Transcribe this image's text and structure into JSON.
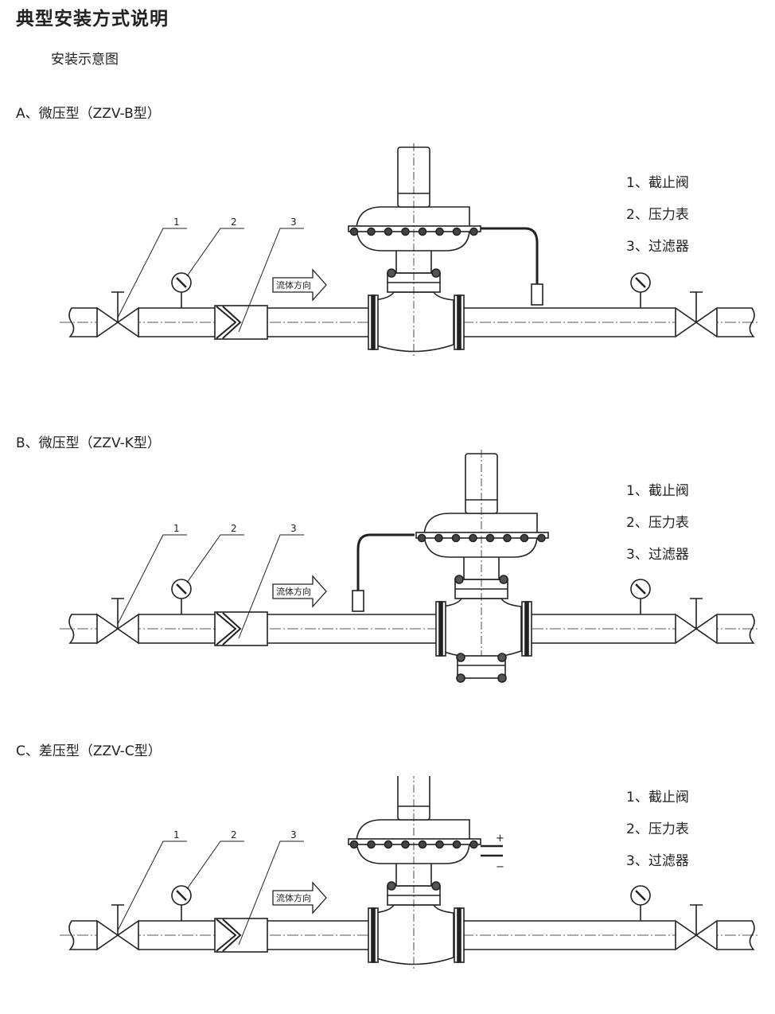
{
  "title": "典型安装方式说明",
  "subtitle": "安装示意图",
  "legend": [
    "1、截止阀",
    "2、压力表",
    "3、过滤器"
  ],
  "callouts": [
    "1",
    "2",
    "3"
  ],
  "flow_label": "流体方向",
  "sections": [
    {
      "label": "A、微压型（ZZV-B型）",
      "sensing": "right"
    },
    {
      "label": "B、微压型（ZZV-K型）",
      "sensing": "left"
    },
    {
      "label": "C、差压型（ZZV-C型）",
      "sensing": "differential",
      "plus": "+",
      "minus": "−"
    }
  ]
}
